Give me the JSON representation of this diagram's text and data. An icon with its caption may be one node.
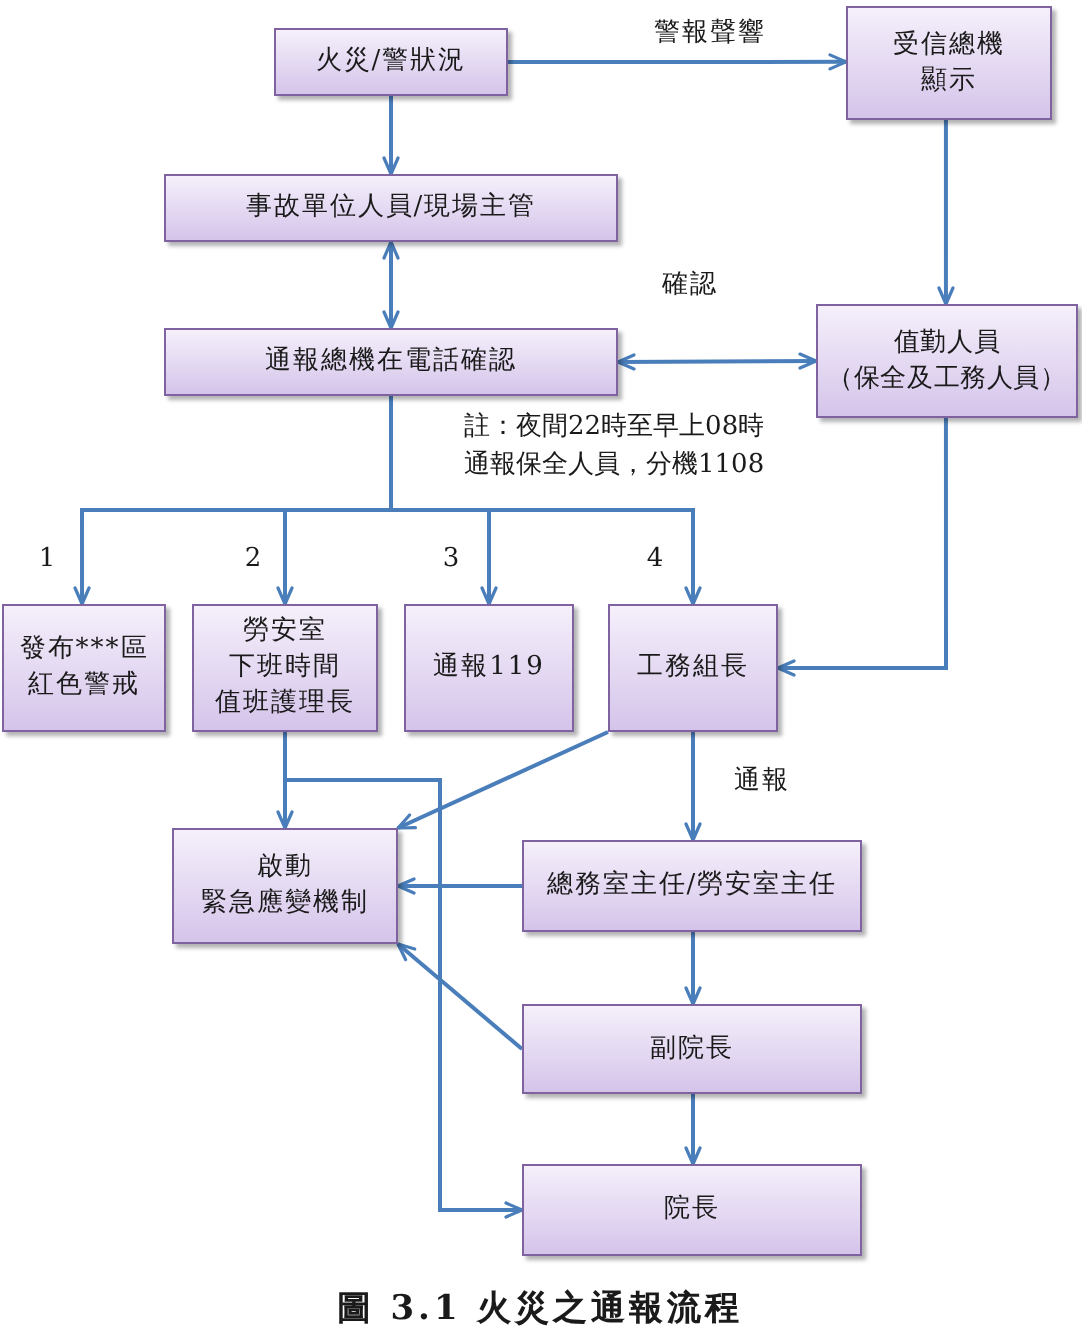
{
  "diagram": {
    "caption": "圖 3.1 火災之通報流程",
    "nodes": [
      {
        "text": [
          "火災/警狀況"
        ]
      },
      {
        "text": [
          "受信總機",
          "顯示"
        ]
      },
      {
        "text": [
          "事故單位人員/現場主管"
        ]
      },
      {
        "text": [
          "值勤人員",
          "（保全及工務人員）"
        ]
      },
      {
        "text": [
          "通報總機在電話確認"
        ]
      },
      {
        "text": [
          "發布***區",
          "紅色警戒"
        ]
      },
      {
        "text": [
          "勞安室",
          "下班時間",
          "值班護理長"
        ]
      },
      {
        "text": [
          "通報119"
        ]
      },
      {
        "text": [
          "工務組長"
        ]
      },
      {
        "text": [
          "啟動",
          "緊急應變機制"
        ]
      },
      {
        "text": [
          "總務室主任/勞安室主任"
        ]
      },
      {
        "text": [
          "副院長"
        ]
      },
      {
        "text": [
          "院長"
        ]
      }
    ],
    "edges": [
      {
        "from": 0,
        "to": 1,
        "arrow": "to",
        "label": "警報聲響"
      },
      {
        "from": 0,
        "to": 2,
        "arrow": "to"
      },
      {
        "from": 1,
        "to": 3,
        "arrow": "to"
      },
      {
        "from": 2,
        "to": 4,
        "arrow": "both"
      },
      {
        "from": 4,
        "to": 3,
        "arrow": "both",
        "label": "確認"
      },
      {
        "from": 4,
        "to": 5,
        "arrow": "to",
        "label": "1"
      },
      {
        "from": 4,
        "to": 6,
        "arrow": "to",
        "label": "2"
      },
      {
        "from": 4,
        "to": 7,
        "arrow": "to",
        "label": "3"
      },
      {
        "from": 4,
        "to": 8,
        "arrow": "to",
        "label": "4"
      },
      {
        "from": 3,
        "to": 8,
        "arrow": "to"
      },
      {
        "from": 6,
        "to": 9,
        "arrow": "to"
      },
      {
        "from": 6,
        "to": 12,
        "arrow": "to"
      },
      {
        "from": 8,
        "to": 9,
        "arrow": "to"
      },
      {
        "from": 8,
        "to": 10,
        "arrow": "to",
        "label": "通報"
      },
      {
        "from": 10,
        "to": 9,
        "arrow": "to"
      },
      {
        "from": 10,
        "to": 11,
        "arrow": "to"
      },
      {
        "from": 11,
        "to": 9,
        "arrow": "to"
      },
      {
        "from": 11,
        "to": 12,
        "arrow": "to"
      }
    ],
    "labels": [
      "註：夜間22時至早上08時通報保全人員，分機1108"
    ]
  }
}
